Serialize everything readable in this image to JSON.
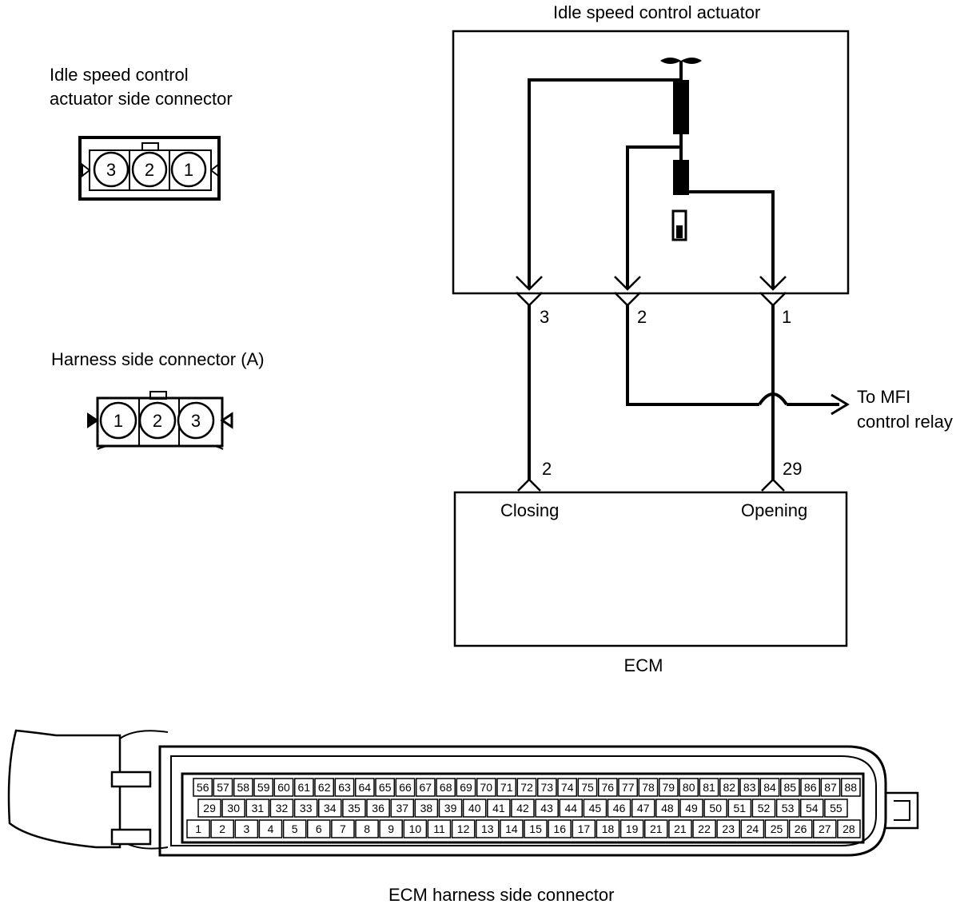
{
  "isc_actuator_connector": {
    "title_line1": "Idle speed control",
    "title_line2": "actuator side connector",
    "pins": [
      "3",
      "2",
      "1"
    ]
  },
  "harness_connector": {
    "title": "Harness side connector (A)",
    "pins": [
      "1",
      "2",
      "3"
    ]
  },
  "schematic": {
    "actuator_title": "Idle speed control actuator",
    "pin_labels": [
      "3",
      "2",
      "1"
    ],
    "relay_label_line1": "To MFI",
    "relay_label_line2": "control relay",
    "ecm_pin_closing": "2",
    "ecm_pin_opening": "29",
    "closing_label": "Closing",
    "opening_label": "Opening",
    "ecm_label": "ECM"
  },
  "ecm_connector": {
    "caption": "ECM harness side connector",
    "rows": [
      [
        "56",
        "57",
        "58",
        "59",
        "60",
        "61",
        "62",
        "63",
        "64",
        "65",
        "66",
        "67",
        "68",
        "69",
        "70",
        "71",
        "72",
        "73",
        "74",
        "75",
        "76",
        "77",
        "78",
        "79",
        "80",
        "81",
        "82",
        "83",
        "84",
        "85",
        "86",
        "87",
        "88"
      ],
      [
        "29",
        "30",
        "31",
        "32",
        "33",
        "34",
        "35",
        "36",
        "37",
        "38",
        "39",
        "40",
        "41",
        "42",
        "43",
        "44",
        "45",
        "46",
        "47",
        "48",
        "49",
        "50",
        "51",
        "52",
        "53",
        "54",
        "55"
      ],
      [
        "1",
        "2",
        "3",
        "4",
        "5",
        "6",
        "7",
        "8",
        "9",
        "10",
        "11",
        "12",
        "13",
        "14",
        "15",
        "16",
        "17",
        "18",
        "19",
        "21",
        "21",
        "22",
        "23",
        "24",
        "25",
        "26",
        "27",
        "28"
      ]
    ]
  }
}
